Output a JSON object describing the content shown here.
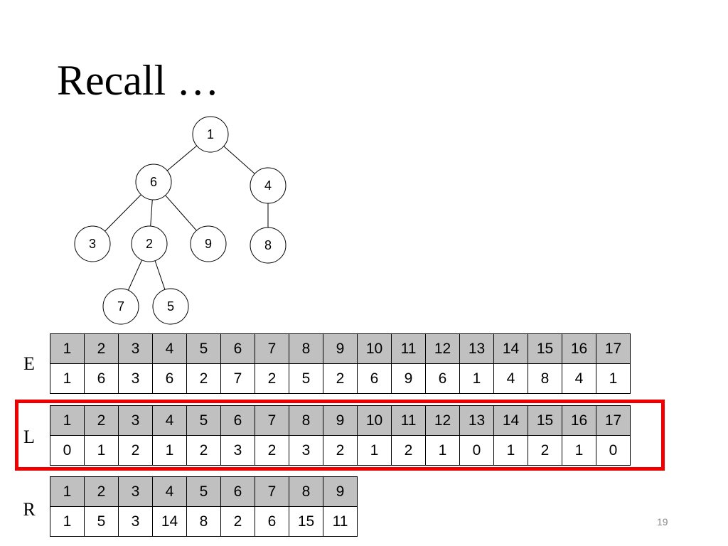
{
  "slide": {
    "title": "Recall …",
    "page_number": "19"
  },
  "tree": {
    "nodes": [
      "1",
      "6",
      "4",
      "3",
      "2",
      "9",
      "8",
      "7",
      "5"
    ],
    "edges": [
      [
        "1",
        "6"
      ],
      [
        "1",
        "4"
      ],
      [
        "6",
        "3"
      ],
      [
        "6",
        "2"
      ],
      [
        "6",
        "9"
      ],
      [
        "4",
        "8"
      ],
      [
        "2",
        "7"
      ],
      [
        "2",
        "5"
      ]
    ]
  },
  "arrays": {
    "E": {
      "label": "E",
      "index": [
        "1",
        "2",
        "3",
        "4",
        "5",
        "6",
        "7",
        "8",
        "9",
        "10",
        "11",
        "12",
        "13",
        "14",
        "15",
        "16",
        "17"
      ],
      "values": [
        "1",
        "6",
        "3",
        "6",
        "2",
        "7",
        "2",
        "5",
        "2",
        "6",
        "9",
        "6",
        "1",
        "4",
        "8",
        "4",
        "1"
      ]
    },
    "L": {
      "label": "L",
      "index": [
        "1",
        "2",
        "3",
        "4",
        "5",
        "6",
        "7",
        "8",
        "9",
        "10",
        "11",
        "12",
        "13",
        "14",
        "15",
        "16",
        "17"
      ],
      "values": [
        "0",
        "1",
        "2",
        "1",
        "2",
        "3",
        "2",
        "3",
        "2",
        "1",
        "2",
        "1",
        "0",
        "1",
        "2",
        "1",
        "0"
      ]
    },
    "R": {
      "label": "R",
      "index": [
        "1",
        "2",
        "3",
        "4",
        "5",
        "6",
        "7",
        "8",
        "9"
      ],
      "values": [
        "1",
        "5",
        "3",
        "14",
        "8",
        "2",
        "6",
        "15",
        "11"
      ]
    }
  },
  "colors": {
    "highlight_border": "#ee0000",
    "index_row_fill": "#c0c0c0"
  }
}
